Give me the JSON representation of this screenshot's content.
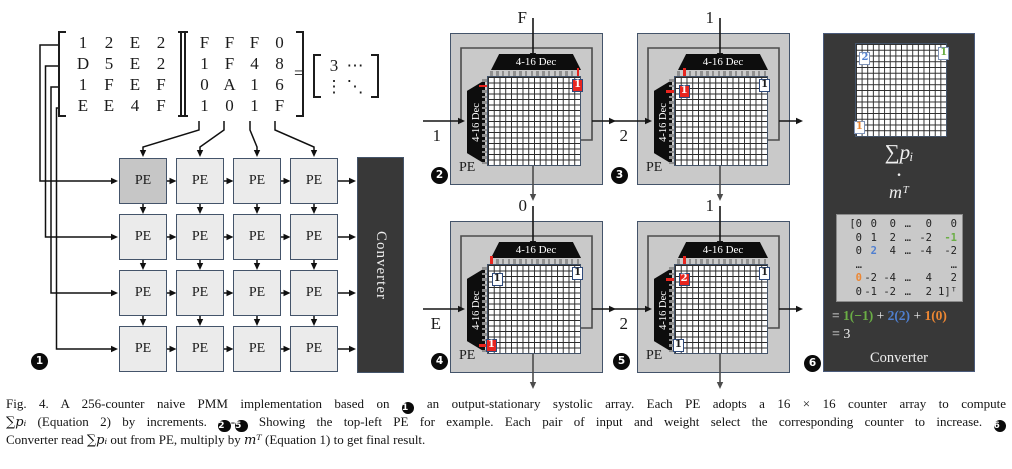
{
  "matrices": {
    "a": [
      [
        "1",
        "2",
        "E",
        "2"
      ],
      [
        "D",
        "5",
        "E",
        "2"
      ],
      [
        "1",
        "F",
        "E",
        "F"
      ],
      [
        "E",
        "E",
        "4",
        "F"
      ]
    ],
    "b": [
      [
        "F",
        "F",
        "F",
        "0"
      ],
      [
        "1",
        "F",
        "4",
        "8"
      ],
      [
        "0",
        "A",
        "1",
        "6"
      ],
      [
        "1",
        "0",
        "1",
        "F"
      ]
    ],
    "equals": "=",
    "result": [
      [
        "3",
        "⋯"
      ],
      [
        "⋮",
        "⋱"
      ]
    ]
  },
  "systolic": {
    "pe_label": "PE",
    "converter_label": "Converter",
    "badge": "1"
  },
  "pe_panels": [
    {
      "badge": "2",
      "top_input": "F",
      "left_input": "1",
      "top_dec": "4-16 Dec",
      "left_dec": "4-16 Dec",
      "pe_label": "PE",
      "sel_col": 15,
      "sel_row": 1,
      "cells": [
        {
          "row": 1,
          "col": 15,
          "value": "1",
          "style": "red"
        }
      ]
    },
    {
      "badge": "3",
      "top_input": "1",
      "left_input": "2",
      "top_dec": "4-16 Dec",
      "left_dec": "4-16 Dec",
      "pe_label": "PE",
      "sel_col": 1,
      "sel_row": 2,
      "cells": [
        {
          "row": 2,
          "col": 1,
          "value": "1",
          "style": "red"
        },
        {
          "row": 1,
          "col": 15,
          "value": "1",
          "style": "white"
        }
      ]
    },
    {
      "badge": "4",
      "top_input": "0",
      "left_input": "E",
      "top_dec": "4-16 Dec",
      "left_dec": "4-16 Dec",
      "pe_label": "PE",
      "sel_col": 0,
      "sel_row": 14,
      "cells": [
        {
          "row": 14,
          "col": 0,
          "value": "1",
          "style": "red"
        },
        {
          "row": 2,
          "col": 1,
          "value": "1",
          "style": "white"
        },
        {
          "row": 1,
          "col": 15,
          "value": "1",
          "style": "white"
        }
      ]
    },
    {
      "badge": "5",
      "top_input": "1",
      "left_input": "2",
      "top_dec": "4-16 Dec",
      "left_dec": "4-16 Dec",
      "pe_label": "PE",
      "sel_col": 1,
      "sel_row": 2,
      "cells": [
        {
          "row": 2,
          "col": 1,
          "value": "2",
          "style": "red"
        },
        {
          "row": 1,
          "col": 15,
          "value": "1",
          "style": "white"
        },
        {
          "row": 14,
          "col": 0,
          "value": "1",
          "style": "white"
        }
      ]
    }
  ],
  "converter_panel": {
    "badge": "6",
    "cells": [
      {
        "row": 2,
        "col": 1,
        "value": "2",
        "color": "blue"
      },
      {
        "row": 1,
        "col": 15,
        "value": "1",
        "color": "green"
      },
      {
        "row": 14,
        "col": 0,
        "value": "1",
        "color": "orange"
      }
    ],
    "sum_expr": "∑pᵢ",
    "dot": "·",
    "m_expr": "mᵀ",
    "matrix_rows": [
      [
        {
          "t": "[0"
        },
        {
          "t": "0"
        },
        {
          "t": "0"
        },
        {
          "t": "…"
        },
        {
          "t": "0"
        },
        {
          "t": "0"
        }
      ],
      [
        {
          "t": "0"
        },
        {
          "t": "1"
        },
        {
          "t": "2"
        },
        {
          "t": "…"
        },
        {
          "t": "-2"
        },
        {
          "t": "-1",
          "c": "green"
        }
      ],
      [
        {
          "t": "0"
        },
        {
          "t": "2",
          "c": "blue"
        },
        {
          "t": "4"
        },
        {
          "t": "…"
        },
        {
          "t": "-4"
        },
        {
          "t": "-2"
        }
      ],
      [
        {
          "t": "…"
        },
        {
          "t": ""
        },
        {
          "t": ""
        },
        {
          "t": ""
        },
        {
          "t": ""
        },
        {
          "t": "…"
        }
      ],
      [
        {
          "t": "0",
          "c": "orange"
        },
        {
          "t": "-2"
        },
        {
          "t": "-4"
        },
        {
          "t": "…"
        },
        {
          "t": "4"
        },
        {
          "t": "2"
        }
      ],
      [
        {
          "t": "0"
        },
        {
          "t": "-1"
        },
        {
          "t": "-2"
        },
        {
          "t": "…"
        },
        {
          "t": "2"
        },
        {
          "t": "1]ᵀ"
        }
      ]
    ],
    "equation": [
      {
        "t": "= "
      },
      {
        "t": "1(−1)",
        "c": "green"
      },
      {
        "t": " + "
      },
      {
        "t": "2(2)",
        "c": "blue"
      },
      {
        "t": " + "
      },
      {
        "t": "1(0)",
        "c": "orange"
      }
    ],
    "result_line": "= 3",
    "label": "Converter"
  },
  "badges": [
    "1",
    "2",
    "3",
    "4",
    "5",
    "6"
  ],
  "caption": {
    "lines": [
      [
        {
          "t": "Fig. 4.  A 256-counter naive PMM implementation based on "
        },
        {
          "t": "1",
          "s": "badge"
        },
        {
          "t": " an output-stationary systolic array. Each PE adopts a 16 × 16 counter array to compute"
        }
      ],
      [
        {
          "t": "∑pᵢ",
          "s": "math"
        },
        {
          "t": " (Equation 2) by increments. "
        },
        {
          "t": "2",
          "s": "badge"
        },
        {
          "t": "-"
        },
        {
          "t": "5",
          "s": "badge"
        },
        {
          "t": " Showing the top-left PE for example. Each pair of input and weight select the corresponding counter to increase. "
        },
        {
          "t": "6",
          "s": "badge"
        }
      ],
      [
        {
          "t": "Converter read "
        },
        {
          "t": "∑pᵢ",
          "s": "math"
        },
        {
          "t": " out from PE, multiply by "
        },
        {
          "t": "mᵀ",
          "s": "math"
        },
        {
          "t": " (Equation 1) to get final result."
        }
      ]
    ]
  },
  "colors": {
    "red": "#e8251f",
    "green": "#6aae45",
    "blue": "#4f7fd0",
    "orange": "#ed8733",
    "panel_border": "#44546a",
    "panel_bg": "#c9c9c9",
    "dark_bg": "#383838"
  }
}
